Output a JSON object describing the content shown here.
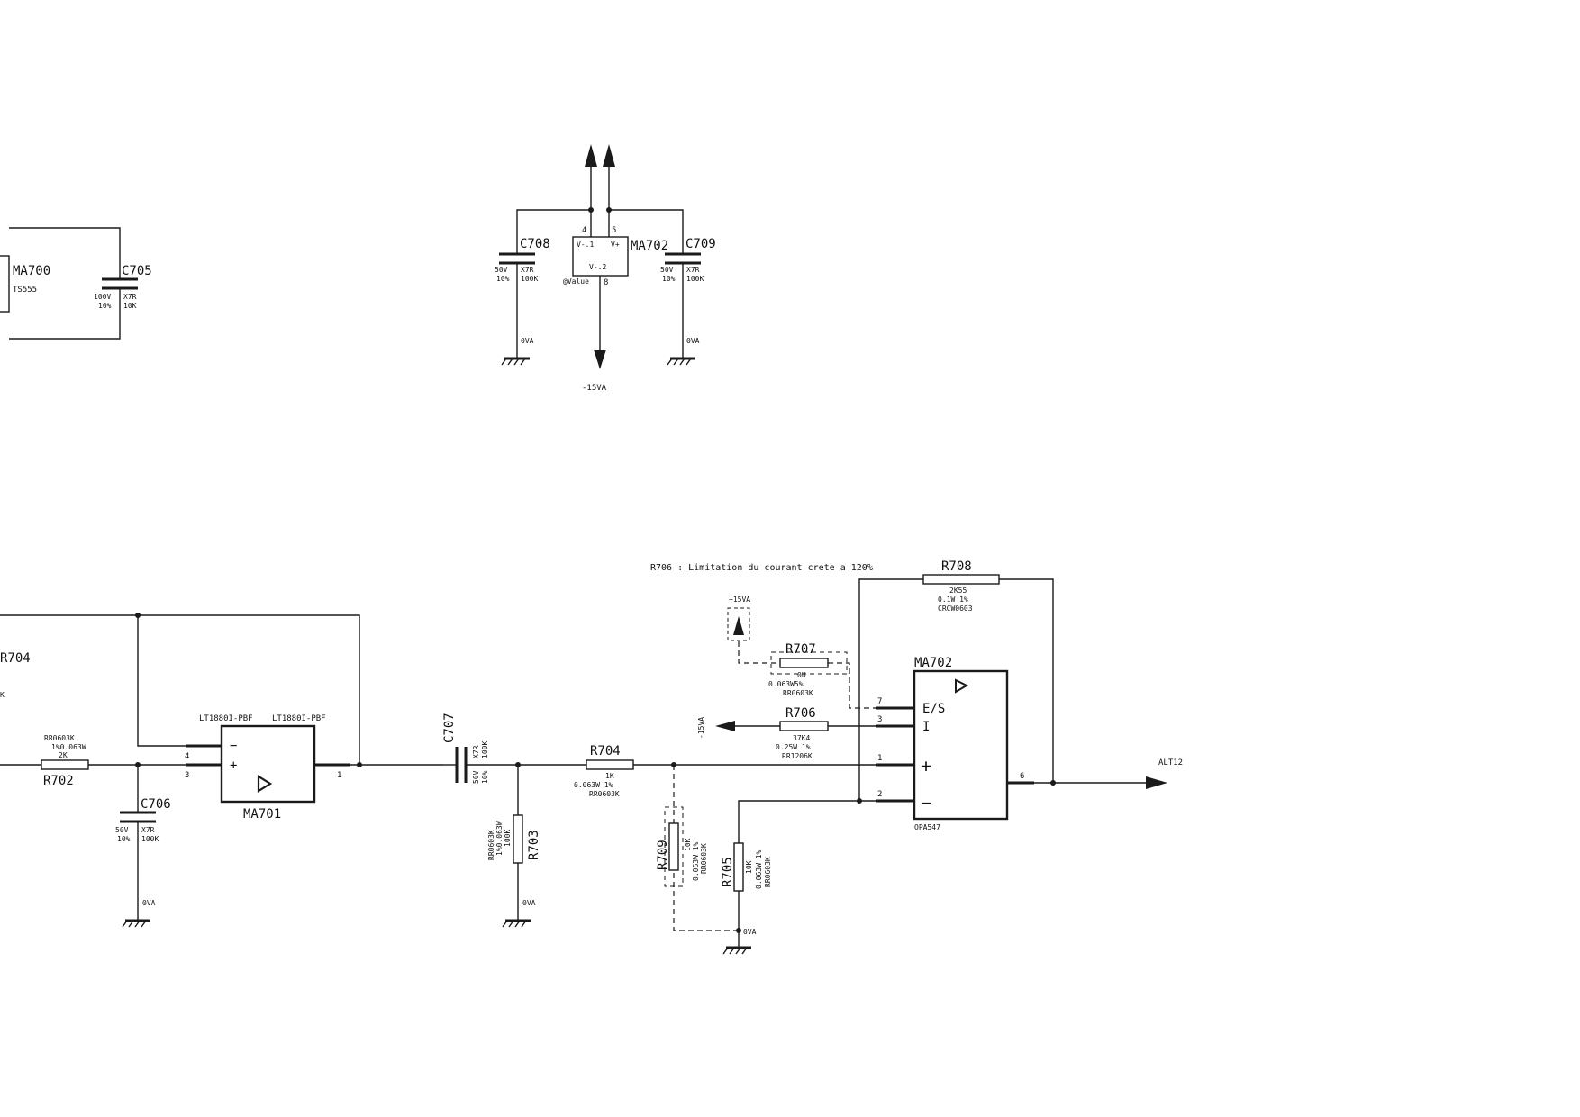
{
  "annotation": "R706 : Limitation du courant crete a 120%",
  "nets": {
    "gnd": "0VA",
    "neg15": "-15VA",
    "pos15": "+15VA",
    "alt12": "ALT12"
  },
  "components": {
    "ma700": {
      "ref": "MA700",
      "value": "TS555"
    },
    "c705": {
      "ref": "C705",
      "v": "100V",
      "tol": "10%",
      "die": "X7R",
      "val": "10K"
    },
    "c708": {
      "ref": "C708",
      "v": "50V",
      "tol": "10%",
      "die": "X7R",
      "val": "100K"
    },
    "c709": {
      "ref": "C709",
      "v": "50V",
      "tol": "10%",
      "die": "X7R",
      "val": "100K"
    },
    "ma702_pwr": {
      "ref": "MA702",
      "pin_vneg1": "V-.1",
      "pin_vpos": "V+",
      "pin_vneg2": "V-.2",
      "value_label": "@Value",
      "pin4": "4",
      "pin5": "5",
      "pin8": "8"
    },
    "r704_left": {
      "ref": "R704",
      "val": "K"
    },
    "r702": {
      "ref": "R702",
      "pkg": "RR0603K",
      "spec": "1%0.063W",
      "val": "2K"
    },
    "c706": {
      "ref": "C706",
      "v": "50V",
      "tol": "10%",
      "die": "X7R",
      "val": "100K"
    },
    "ma701": {
      "ref": "MA701",
      "part1": "LT1880I-PBF",
      "part2": "LT1880I-PBF",
      "minus": "−",
      "plus": "+",
      "pin4": "4",
      "pin3": "3",
      "pin1": "1"
    },
    "c707": {
      "ref": "C707",
      "v": "50V",
      "tol": "10%",
      "die": "X7R",
      "val": "100K"
    },
    "r703": {
      "ref": "R703",
      "pkg": "RR0603K",
      "spec": "1%0.063W",
      "val": "100K"
    },
    "r704": {
      "ref": "R704",
      "val": "1K",
      "spec": "0.063W 1%",
      "pkg": "RR0603K"
    },
    "r709": {
      "ref": "R709",
      "val": "10K",
      "spec": "0.063W 1%",
      "pkg": "RR0603K"
    },
    "r705": {
      "ref": "R705",
      "val": "10K",
      "spec": "0.063W 1%",
      "pkg": "RR0603K"
    },
    "r706": {
      "ref": "R706",
      "val": "37K4",
      "spec": "0.25W 1%",
      "pkg": "RR1206K"
    },
    "r707": {
      "ref": "R707",
      "val": "0U",
      "spec": "0.063W5%",
      "pkg": "RR0603K"
    },
    "r708": {
      "ref": "R708",
      "val": "2K55",
      "spec": "0.1W 1%",
      "pkg": "CRCW0603"
    },
    "ma702": {
      "ref": "MA702",
      "part": "OPA547",
      "es": "E/S",
      "i": "I",
      "plus": "+",
      "minus": "−",
      "pin7": "7",
      "pin3": "3",
      "pin1": "1",
      "pin2": "2",
      "pin6": "6"
    }
  }
}
